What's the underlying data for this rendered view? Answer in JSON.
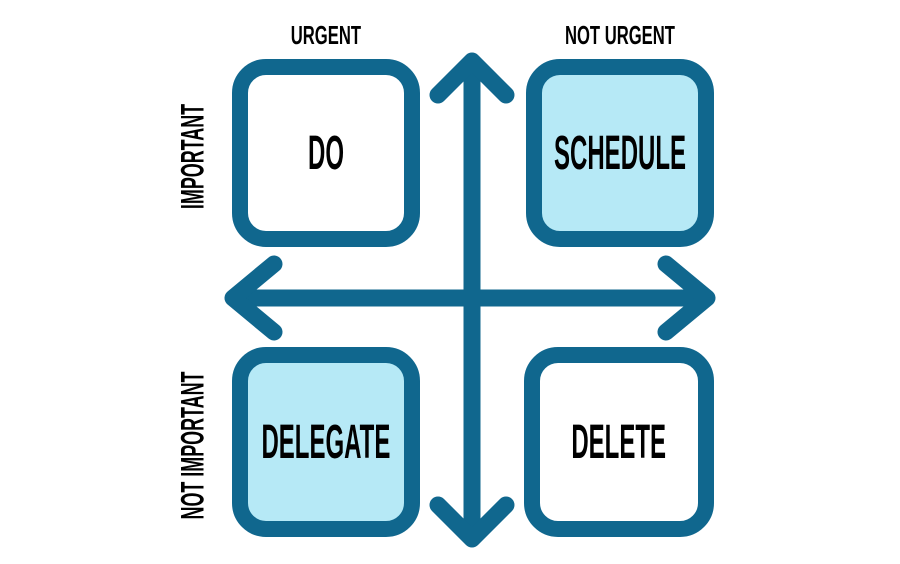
{
  "colors": {
    "background": "#ffffff",
    "stroke": "#10678e",
    "highlight_fill": "#b6e9f6",
    "plain_fill": "#ffffff",
    "label_text": "#000000"
  },
  "column_labels": [
    {
      "id": "urgent",
      "text": "URGENT"
    },
    {
      "id": "not-urgent",
      "text": "NOT URGENT"
    }
  ],
  "row_labels": [
    {
      "id": "important",
      "text": "IMPORTANT"
    },
    {
      "id": "not-important",
      "text": "NOT IMPORTANT"
    }
  ],
  "quadrants": [
    {
      "id": "do",
      "label": "DO",
      "highlighted": false,
      "column": "URGENT",
      "row": "IMPORTANT"
    },
    {
      "id": "schedule",
      "label": "SCHEDULE",
      "highlighted": true,
      "column": "NOT URGENT",
      "row": "IMPORTANT"
    },
    {
      "id": "delegate",
      "label": "DELEGATE",
      "highlighted": true,
      "column": "URGENT",
      "row": "NOT IMPORTANT"
    },
    {
      "id": "delete",
      "label": "DELETE",
      "highlighted": false,
      "column": "NOT URGENT",
      "row": "NOT IMPORTANT"
    }
  ]
}
